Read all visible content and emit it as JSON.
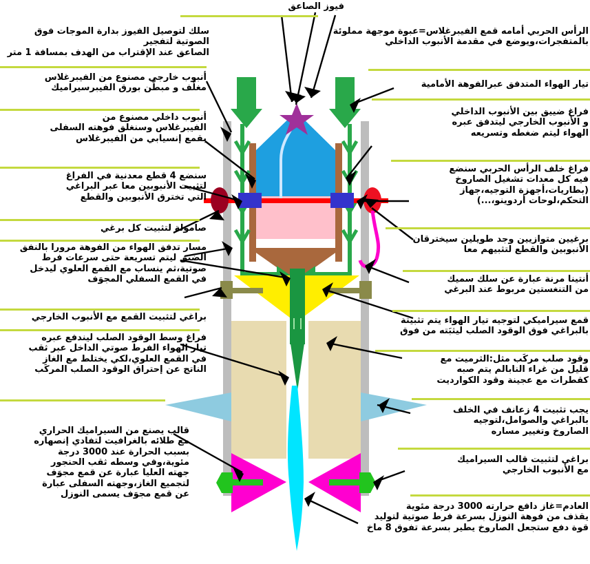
{
  "diagram": {
    "title_top": "فيوز الصاعق",
    "colors": {
      "outer_tube": "#bdbdbd",
      "inner_tube": "#a9683d",
      "warhead_blue": "#1e9fe0",
      "warhead_pink": "#ffc0cb",
      "star_purple": "#a0309a",
      "green_arrow": "#29a84a",
      "yellow_cone": "#ffee00",
      "green_nozzle_rod": "#1a9641",
      "fuel_tan": "#e8dbb0",
      "cyan_exhaust": "#00e5ff",
      "magenta_nozzle": "#ff00d0",
      "fin_blue": "#8ecbe0",
      "red_rod": "#ff0000",
      "blue_nut": "#3333cc",
      "dark_red_nut": "#9b0020",
      "bright_red_nut": "#ee1122",
      "olive_screw": "#8a8a4a",
      "green_screw": "#22c41e",
      "magenta_wire": "#ff00cc",
      "rule_green": "#c4d93e",
      "white_wire": "#cfe8ff"
    }
  },
  "annotations": {
    "top_center_fuse": "فيوز الصاعق",
    "left": [
      {
        "id": "fuse-wire",
        "text": "سلك لتوصيل الفيوز بدارة الموجات فوق الصوتية لتفجير\nالصاعق عند الإقتراب من الهدف بمسافة 1 متر"
      },
      {
        "id": "outer-tube",
        "text": "أنبوب خارجي مصنوع من الفيبرغلاس\nمغلَّف و مبطَّن بورق الفيبرسيراميك"
      },
      {
        "id": "inner-tube",
        "text": "أنبوب داخلي مصنوع من\nالفيبرغلاس وسنغلق فوهته السفلى\nبقمع إنسيابي من الفيبرغلاس"
      },
      {
        "id": "metal-pieces",
        "text": "سنضع 4 قطع معدنية في الفراغ\nلتثبيت الأنبوبين معا عبر البراغي\nالتي تخترق الأنبوبين والقطع"
      },
      {
        "id": "nut-each-screw",
        "text": "صامولة لتثبيت كل برغي"
      },
      {
        "id": "air-path",
        "text": "مسار تدفق الهواء من الفوهة مرورا بالنفق\nالضيق ليتم تسريعة حتى سرعات فرط\nصوتية،ثم ينساب مع القمع العلوي ليدخل\nفي القمع السفلي المجوَف"
      },
      {
        "id": "cone-screws",
        "text": "براغي لتثبيت القمع مع الأنبوب الخارجي"
      },
      {
        "id": "fuel-void",
        "text": "فراغ وسط الوقود الصلب ليندفع عبره\nتيار الهواء الفرط صوتي الداخل عبر ثقب\nفي القمع العلوي،لكي يختلط مع الغاز\nالناتج عن إحتراق الوقود الصلب المركَب"
      },
      {
        "id": "ceramic-mold",
        "text": "قالب يصنع من السيراميك الحراري\nمع طلائه بالغرافيت لتفادي إنصهاره\nبسبب الحرارة عند 3000 درجة\nمئوية،وفي وسطه ثقب الحنجور\nجهته العليا عبارة عن قمع مجوَف\nلتجميع الغاز،وجهته السفلى عبارة\nعن قمع مجوَف يسمى النوزل"
      }
    ],
    "right": [
      {
        "id": "warhead",
        "text": "الرأس الحربي أمامه قمع الفيبرغلاس=عبوة موجهة مملوئة\nبالمتفجرات،ويوضع في مقدمة الأنبوب الداخلي"
      },
      {
        "id": "air-inlet",
        "text": "تيار الهواء المتدفق عبرالفوهة الأمامية"
      },
      {
        "id": "narrow-gap",
        "text": "فراغ ضييق بين الأنبوب الداخلي\nو الأنبوب الخارجي ليتدفق عبره\nالهواء ليتم ضغطه وتسريعه"
      },
      {
        "id": "equipment-bay",
        "text": "فراغ خلف الرأس الحربي سنضع\nفيه كل معدات تشغيل الصاروخ\n(بطاريات،أجهزة التوجيه،جهاز\nالتحكم،لوحات أردوينو،...)"
      },
      {
        "id": "long-screws",
        "text": "برغيين متوازيين وجد طويلين سيخترقان\nالأنبوبين والقطع لتثبيهم معا"
      },
      {
        "id": "antenna",
        "text": "أنتينا مرنة عبارة عن سلك سميك\nمن التنغستين مربوط عند البرغي"
      },
      {
        "id": "ceramic-cone",
        "text": "قمع سيراميكي لتوجيه تيار الهواء يتم تثبيتة\nبالبراغي فوق الوقود الصلب ليثبَته من فوق"
      },
      {
        "id": "solid-fuel",
        "text": "وقود صلب مركَب مثل:الثرميت مع\nقليل من غراء النابالم يتم صبه\nكقطرات مع عجينة وقود الكوارديت"
      },
      {
        "id": "fins",
        "text": "يجب تثبيت 4 زعانف في الخلف\nبالبراغي والصوامل،لتوجيه\nالصاروخ وتغيير مساره"
      },
      {
        "id": "mold-screws",
        "text": "براغي لتثبيت قالب السيراميك\nمع الأنبوب الخارجي"
      },
      {
        "id": "exhaust",
        "text": "العادم=غاز دافع حرارته 3000 درجة مئوية\nيقذف من فوهة النوزل بسرعة فرط صوتية لتوليد\nقوة دفع ستجعل الصاروخ يطير بسرعة تفوق 8 ماخ"
      }
    ]
  }
}
